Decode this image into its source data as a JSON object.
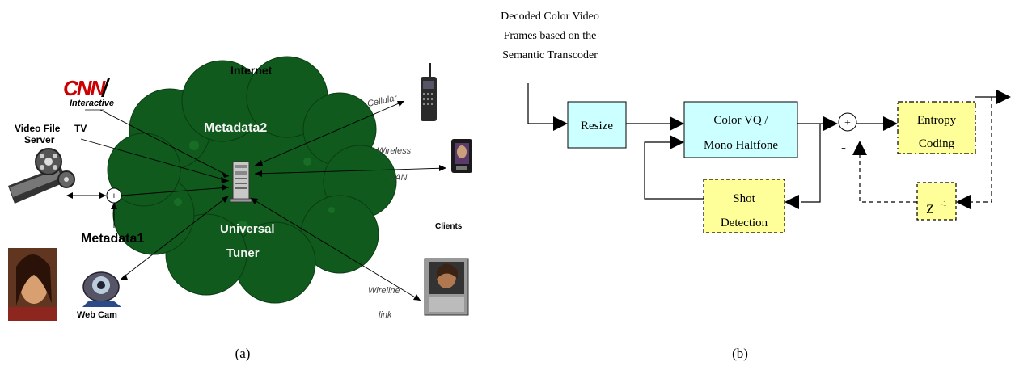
{
  "panel_a": {
    "caption": "(a)",
    "cnn_logo_text": "CNN",
    "cnn_interactive_text": "Interactive",
    "internet_label": "Internet",
    "video_file_server_label_1": "Video File",
    "video_file_server_label_2": "Server",
    "tv_label": "TV",
    "metadata2_label": "Metadata2",
    "metadata1_label": "Metadata1",
    "universal_tuner_label_1": "Universal",
    "universal_tuner_label_2": "Tuner",
    "cellular_label": "Cellular",
    "wireless_lan_label_1": "Wireless",
    "wireless_lan_label_2": "LAN",
    "clients_label": "Clients",
    "wireline_link_label_1": "Wireline",
    "wireline_link_label_2": "link",
    "web_cam_label": "Web Cam",
    "adder_symbol": "+"
  },
  "panel_b": {
    "caption": "(b)",
    "input_label_1": "Decoded Color Video",
    "input_label_2": "Frames based on  the",
    "input_label_3": "Semantic Transcoder",
    "resize_label": "Resize",
    "vq_label_1": "Color VQ /",
    "vq_label_2": "Mono Haltfone",
    "shot_label_1": "Shot",
    "shot_label_2": "Detection",
    "entropy_label_1": "Entropy",
    "entropy_label_2": "Coding",
    "delay_label": "Z",
    "delay_exponent": "-1",
    "adder_symbol": "+",
    "minus_sign": "-"
  },
  "colors": {
    "cloud": "#0f5a1c",
    "cyan_box": "#ccffff",
    "yellow_box": "#ffff99"
  }
}
